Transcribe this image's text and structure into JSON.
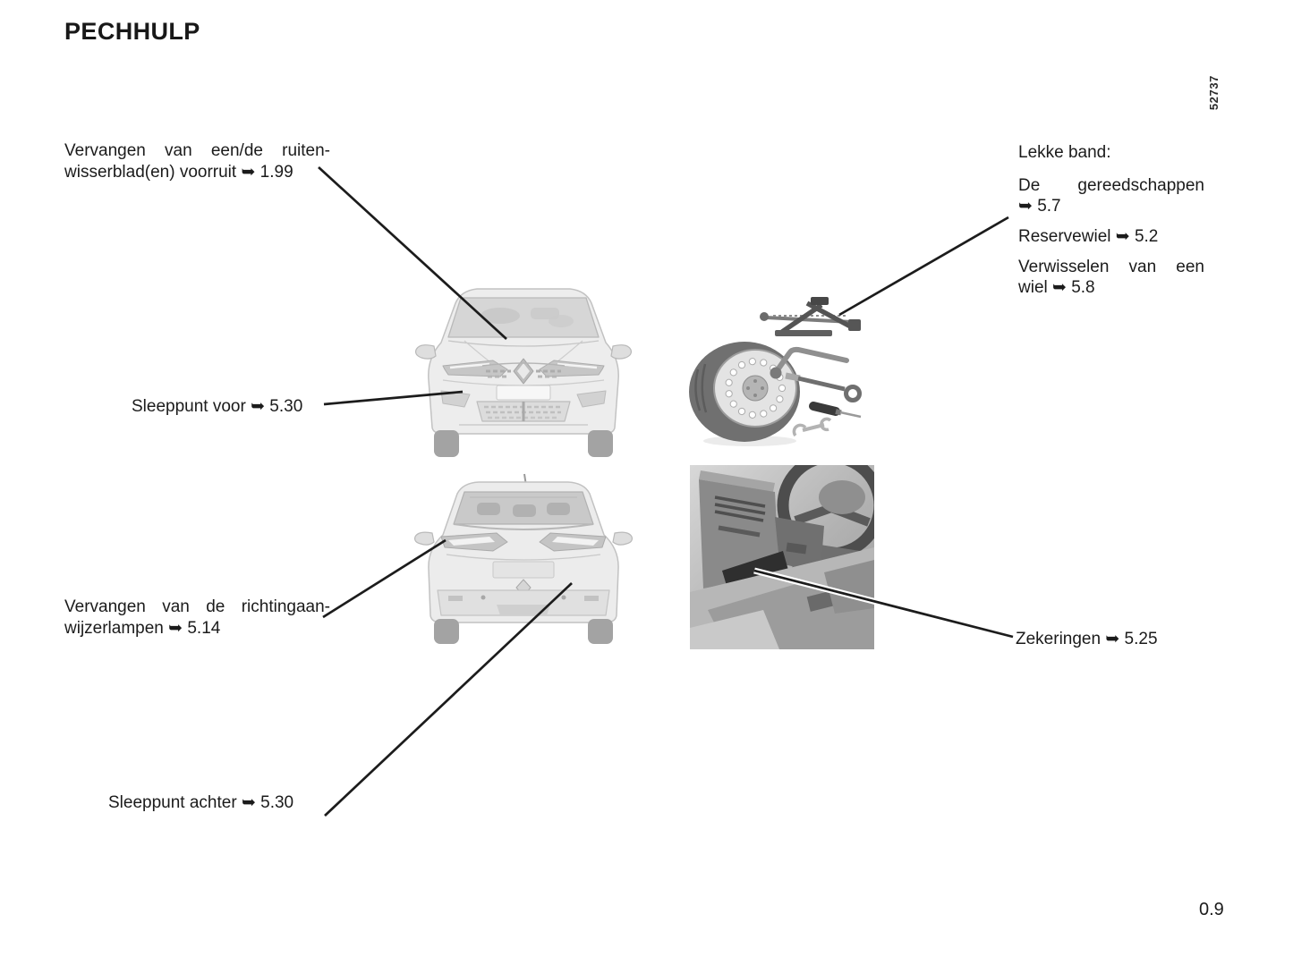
{
  "page": {
    "title": "PECHHULP",
    "page_number": "0.9",
    "figure_number": "52737"
  },
  "callouts": {
    "wiper": {
      "line1": "Vervangen van een/de ruiten-",
      "line2": "wisserblad(en) voorruit ➥ 1.99"
    },
    "tow_front": {
      "text": "Sleeppunt voor ➥ 5.30"
    },
    "indicator": {
      "line1": "Vervangen van de richtingaan-",
      "line2": "wijzerlampen ➥ 5.14"
    },
    "tow_rear": {
      "text": "Sleeppunt achter ➥ 5.30"
    },
    "flat_tyre": {
      "heading": "Lekke band:",
      "tools_line1": "De gereedschappen",
      "tools_line2": "➥ 5.7",
      "spare_wheel": "Reservewiel ➥ 5.2",
      "change_line1": "Verwisselen van een",
      "change_line2": "wiel ➥ 5.8"
    },
    "fuses": {
      "text": "Zekeringen ➥ 5.25"
    }
  },
  "colors": {
    "text": "#1b1b1b",
    "callout_line": "#1c1c1c",
    "artwork_light_gray": "#ededed",
    "artwork_mid_gray": "#c2c2c2",
    "artwork_dark_gray": "#6f6f6f",
    "fuse_cover_dark": "#2f2f2f"
  }
}
